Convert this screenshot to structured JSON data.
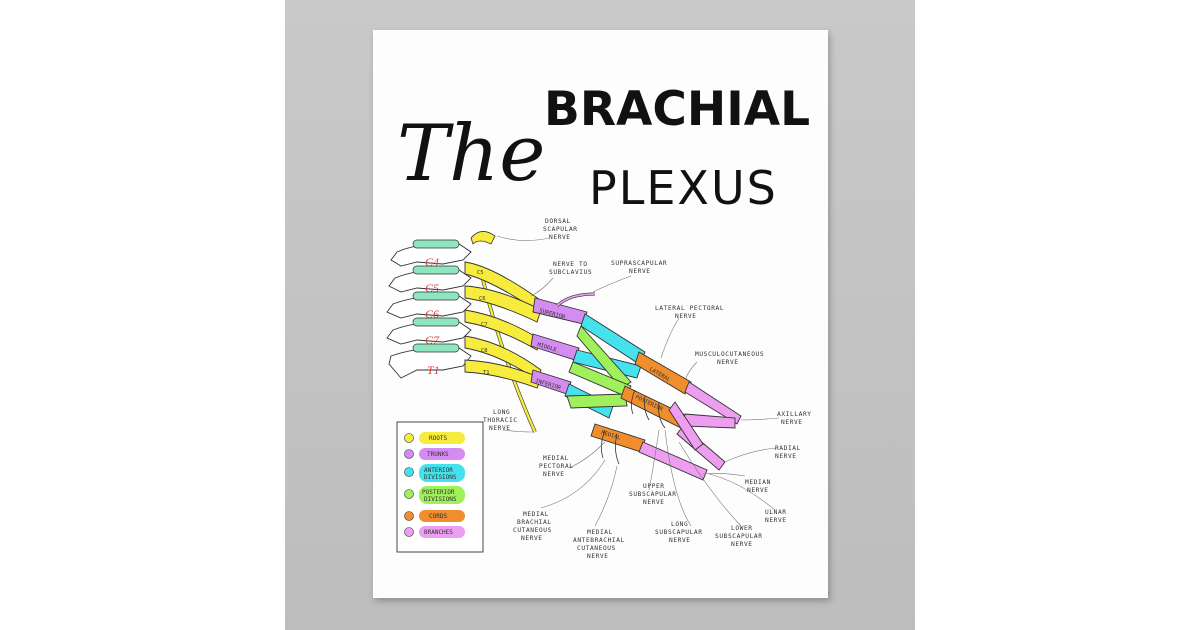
{
  "title": {
    "the": "The",
    "brachial": "BRACHIAL",
    "plexus": "PLEXUS"
  },
  "vertebrae": [
    "C4",
    "C5",
    "C6",
    "C7",
    "T1"
  ],
  "segments": {
    "superior": "SUPERIOR",
    "middle": "MIDDLE",
    "inferior": "INFERIOR",
    "lateral": "LATERAL",
    "posterior": "POSTERIOR",
    "medial": "MEDIAL"
  },
  "root_labels": [
    "C5",
    "C6",
    "C7",
    "C8",
    "T1"
  ],
  "labels": {
    "dorsal_scapular": [
      "DORSAL",
      "SCAPULAR",
      "NERVE"
    ],
    "nerve_to_subclavius": [
      "NERVE TO",
      "SUBCLAVIUS"
    ],
    "suprascapular": [
      "SUPRASCAPULAR",
      "NERVE"
    ],
    "lateral_pectoral": [
      "LATERAL PECTORAL",
      "NERVE"
    ],
    "musculocutaneous": [
      "MUSCULOCUTANEOUS",
      "NERVE"
    ],
    "axillary": [
      "AXILLARY",
      "NERVE"
    ],
    "radial": [
      "RADIAL",
      "NERVE"
    ],
    "median": [
      "MEDIAN",
      "NERVE"
    ],
    "ulnar": [
      "ULNAR",
      "NERVE"
    ],
    "lower_subscapular": [
      "LOWER",
      "SUBSCAPULAR",
      "NERVE"
    ],
    "long_subscapular": [
      "LONG",
      "SUBSCAPULAR",
      "NERVE"
    ],
    "upper_subscapular": [
      "UPPER",
      "SUBSCAPULAR",
      "NERVE"
    ],
    "medial_pectoral": [
      "MEDIAL",
      "PECTORAL",
      "NERVE"
    ],
    "long_thoracic": [
      "LONG",
      "THORACIC",
      "NERVE"
    ],
    "medial_brachial_cutaneous": [
      "MEDIAL",
      "BRACHIAL",
      "CUTANEOUS",
      "NERVE"
    ],
    "medial_antebrachial_cutaneous": [
      "MEDIAL",
      "ANTEBRACHIAL",
      "CUTANEOUS",
      "NERVE"
    ]
  },
  "legend": [
    {
      "label": [
        "ROOTS"
      ],
      "color": "#f7ec3e"
    },
    {
      "label": [
        "TRUNKS"
      ],
      "color": "#d48cf0"
    },
    {
      "label": [
        "ANTERIOR",
        "DIVISIONS"
      ],
      "color": "#45e2ee"
    },
    {
      "label": [
        "POSTERIOR",
        "DIVISIONS"
      ],
      "color": "#9ff05a"
    },
    {
      "label": [
        "CORDS"
      ],
      "color": "#f08d2c"
    },
    {
      "label": [
        "BRANCHES"
      ],
      "color": "#ee9ef0"
    }
  ],
  "colors": {
    "roots": "#f7ec3e",
    "trunks": "#d48cf0",
    "anterior": "#45e2ee",
    "posterior_div": "#9ff05a",
    "cords": "#f08d2c",
    "branches": "#ee9ef0",
    "vertebra_number": "#d84040",
    "vertebra_disc": "#8ee6c0"
  }
}
